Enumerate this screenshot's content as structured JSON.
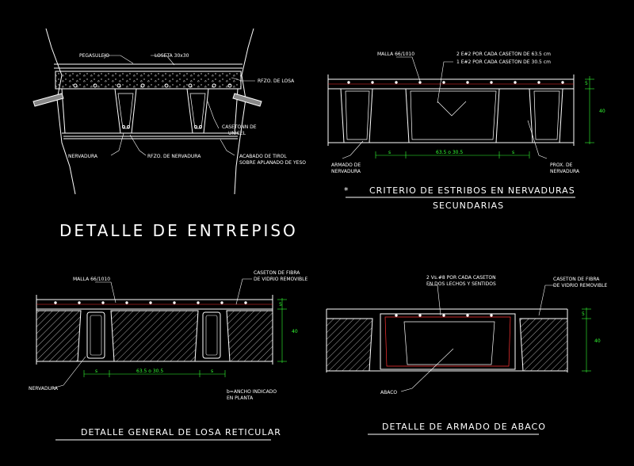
{
  "top_left": {
    "pegasulejo": "PEGASULEJO",
    "loseta": "LOSETA 30x30",
    "rfzo_losa": "RFZO. DE LOSA",
    "casetonn": "CASETONN DE",
    "unicel": "UNICEL",
    "nervadura": "NERVADURA",
    "rfzo_nervadura": "RFZO. DE NERVADURA",
    "acabado1": "ACABADO DE TIROL",
    "acabado2": "SOBRE APLANADO DE YESO",
    "title": "DETALLE DE ENTREPISO"
  },
  "top_right": {
    "malla": "MALLA 66/1010",
    "note1": "2 E#2 POR CADA CASETON DE 63.5 cm",
    "note2": "1 E#2 POR CADA CASETON DE 30.5 cm",
    "dim5": "5",
    "dim40": "40",
    "dim_s1": "s",
    "dim_mid": "63.5 o 30.5",
    "dim_s2": "s",
    "armado1": "ARMADO DE",
    "armado2": "NERVADURA",
    "prox1": "PROX. DE",
    "prox2": "NERVADURA",
    "asterisk": "*",
    "title1": "CRITERIO DE ESTRIBOS EN NERVADURAS",
    "title2": "SECUNDARIAS"
  },
  "bottom_left": {
    "malla": "MALLA 66/1010",
    "caseton1": "CASETON DE FIBRA",
    "caseton2": "DE VIDRIO REMOVIBLE",
    "dim5": "5",
    "dim40": "40",
    "dim_s1": "s",
    "dim_mid": "63.5 o 30.5",
    "dim_s2": "s",
    "nervadura": "NERVADURA",
    "b_note1": "b=ANCHO INDICADO",
    "b_note2": "EN PLANTA",
    "title": "DETALLE GENERAL DE LOSA RETICULAR"
  },
  "bottom_right": {
    "note1": "2 Vs.#8 POR CADA CASETON",
    "note2": "EN DOS LECHOS Y SENTIDOS",
    "caseton1": "CASETON DE FIBRA",
    "caseton2": "DE VIDRIO REMOVIBLE",
    "dim5": "5",
    "dim40": "40",
    "abaco": "ABACO",
    "title": "DETALLE DE ARMADO DE ABACO"
  },
  "colors": {
    "line": "#ffffff",
    "dim": "#33ff33",
    "rebar": "#ff3333",
    "hatch": "#cfcfcf"
  }
}
